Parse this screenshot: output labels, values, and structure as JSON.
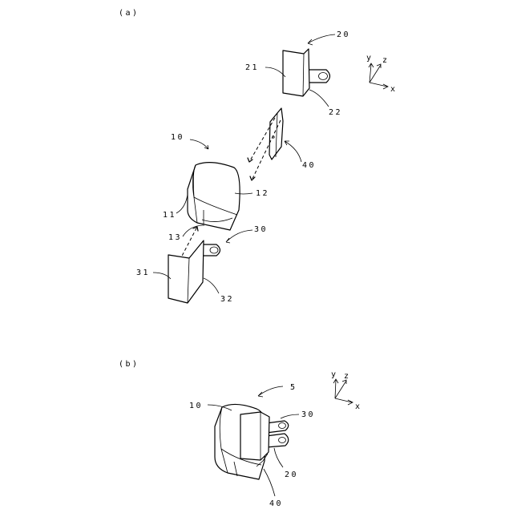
{
  "panels": [
    {
      "id": "a",
      "label": "(a)"
    },
    {
      "id": "b",
      "label": "(b)"
    }
  ],
  "axes": {
    "x": "x",
    "y": "y",
    "z": "z"
  },
  "labels_a": {
    "n20": "20",
    "n21": "21",
    "n22": "22",
    "n40": "40",
    "n10": "10",
    "n12": "12",
    "n11": "11",
    "n13": "13",
    "n30": "30",
    "n31": "31",
    "n32": "32"
  },
  "labels_b": {
    "n5": "5",
    "n10": "10",
    "n30": "30",
    "n20": "20",
    "n40": "40"
  }
}
